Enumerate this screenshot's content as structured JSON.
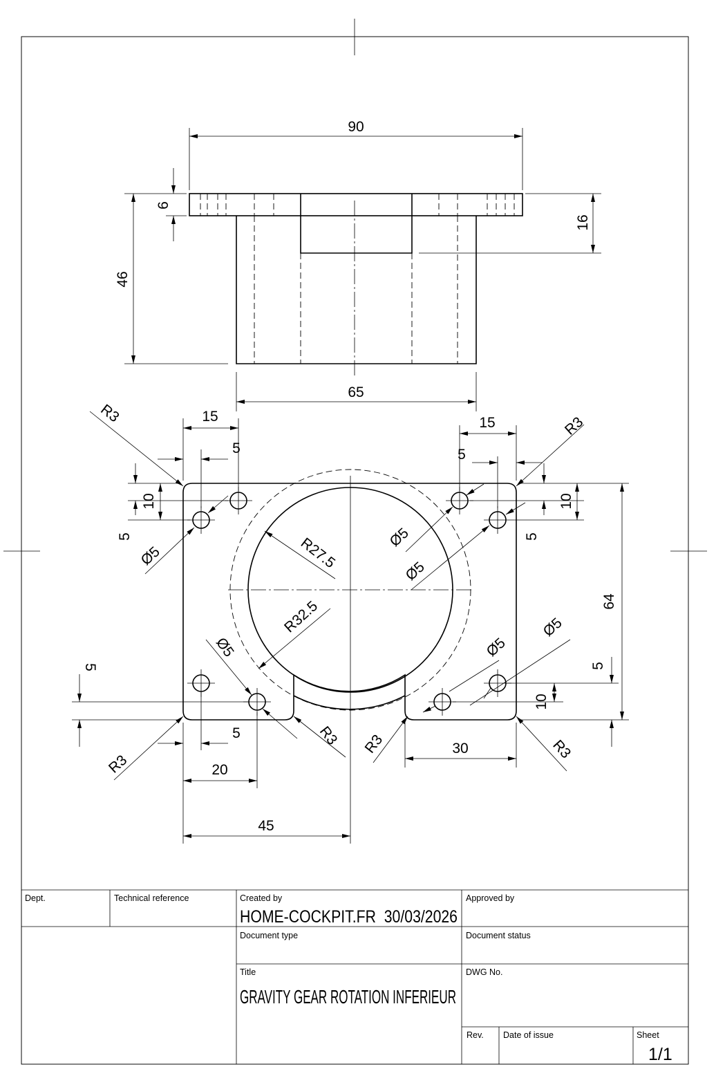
{
  "drawing": {
    "top_view": {
      "width_90": "90",
      "flange_6": "6",
      "height_46": "46",
      "counterbore_16": "16",
      "body_65": "65"
    },
    "bottom_view": {
      "tl_15": "15",
      "tr_15": "15",
      "tl_5": "5",
      "tr_5": "5",
      "tl_r3": "R3",
      "tr_r3": "R3",
      "tl_10": "10",
      "tr_10": "10",
      "tl_5v": "5",
      "tr_5v": "5",
      "tl_d5": "Ø5",
      "tr_d5a": "Ø5",
      "tr_d5b": "Ø5",
      "r27": "R27.5",
      "r32": "R32.5",
      "h64": "64",
      "bl_d5": "Ø5",
      "br_d5a": "Ø5",
      "br_d5b": "Ø5",
      "bl_5v": "5",
      "br_5v": "5",
      "br_10": "10",
      "bl_r3": "R3",
      "bm_r3a": "R3",
      "bm_r3b": "R3",
      "br_r3": "R3",
      "bl_5": "5",
      "bl_20": "20",
      "br_30": "30",
      "b_45": "45"
    }
  },
  "title_block": {
    "dept_label": "Dept.",
    "tech_ref_label": "Technical reference",
    "created_by_label": "Created by",
    "created_by_value": "HOME-COCKPIT.FR  30/03/2026",
    "approved_by_label": "Approved by",
    "doc_type_label": "Document type",
    "doc_status_label": "Document status",
    "title_label": "Title",
    "title_value": "GRAVITY GEAR ROTATION INFERIEUR",
    "dwg_no_label": "DWG No.",
    "rev_label": "Rev.",
    "date_issue_label": "Date of issue",
    "sheet_label": "Sheet",
    "sheet_value": "1/1"
  }
}
